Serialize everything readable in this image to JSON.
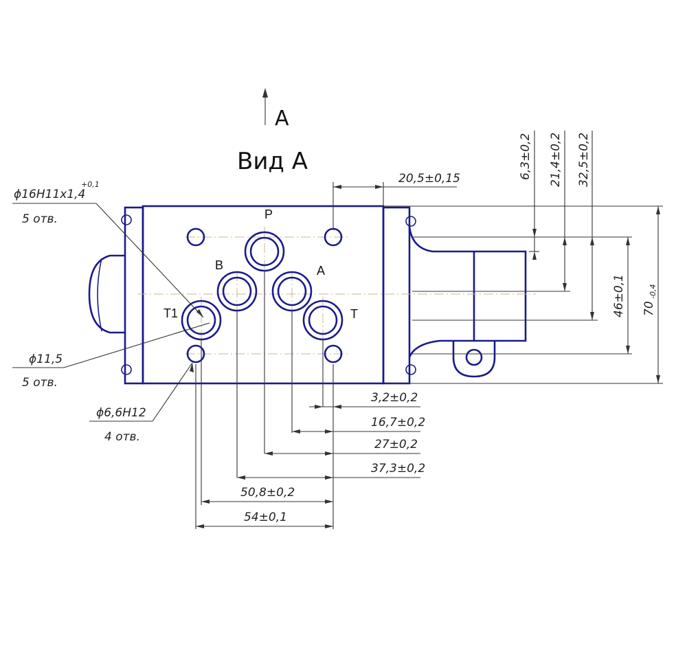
{
  "view": {
    "arrow_letter": "A",
    "title": "Вид А"
  },
  "ports": {
    "p": "P",
    "a": "A",
    "b": "B",
    "t": "T",
    "t1": "T1"
  },
  "dims": {
    "bore_spec": "ϕ16H11x1,4",
    "bore_tol": "+0,1",
    "bore_count": "5 отв.",
    "port_dia": "ϕ11,5",
    "port_count": "5 отв.",
    "screw_hole": "ϕ6,6H12",
    "screw_count": "4 отв.",
    "top_offset": "20,5±0,15",
    "v_6_3": "6,3±0,2",
    "v_21_4": "21,4±0,2",
    "v_32_5": "32,5±0,2",
    "v_46": "46±0,1",
    "v_70": "70",
    "v_70_tol": "-0,4",
    "h_3_2": "3,2±0,2",
    "h_16_7": "16,7±0,2",
    "h_27": "27±0,2",
    "h_37_3": "37,3±0,2",
    "h_50_8": "50,8±0,2",
    "h_54": "54±0,1"
  }
}
